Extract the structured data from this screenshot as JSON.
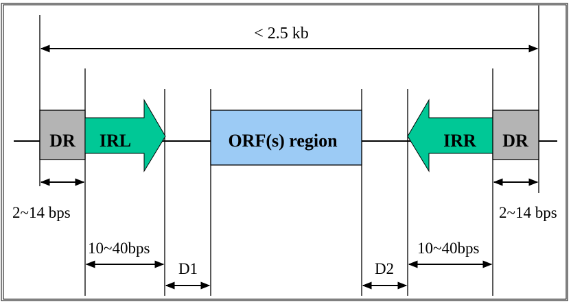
{
  "diagram": {
    "total_length_label": "< 2.5 kb",
    "elements": {
      "dr_left": "DR",
      "irl": "IRL",
      "orf": "ORF(s) region",
      "irr": "IRR",
      "dr_right": "DR"
    },
    "dimensions": {
      "dr_left_len": "2~14 bps",
      "irl_len": "10~40bps",
      "d1": "D1",
      "d2": "D2",
      "irr_len": "10~40bps",
      "dr_right_len": "2~14 bps"
    },
    "colors": {
      "dr": "#b4b4b4",
      "ir_arrow": "#00c896",
      "orf": "#9ccbf5",
      "line": "#000000"
    }
  }
}
